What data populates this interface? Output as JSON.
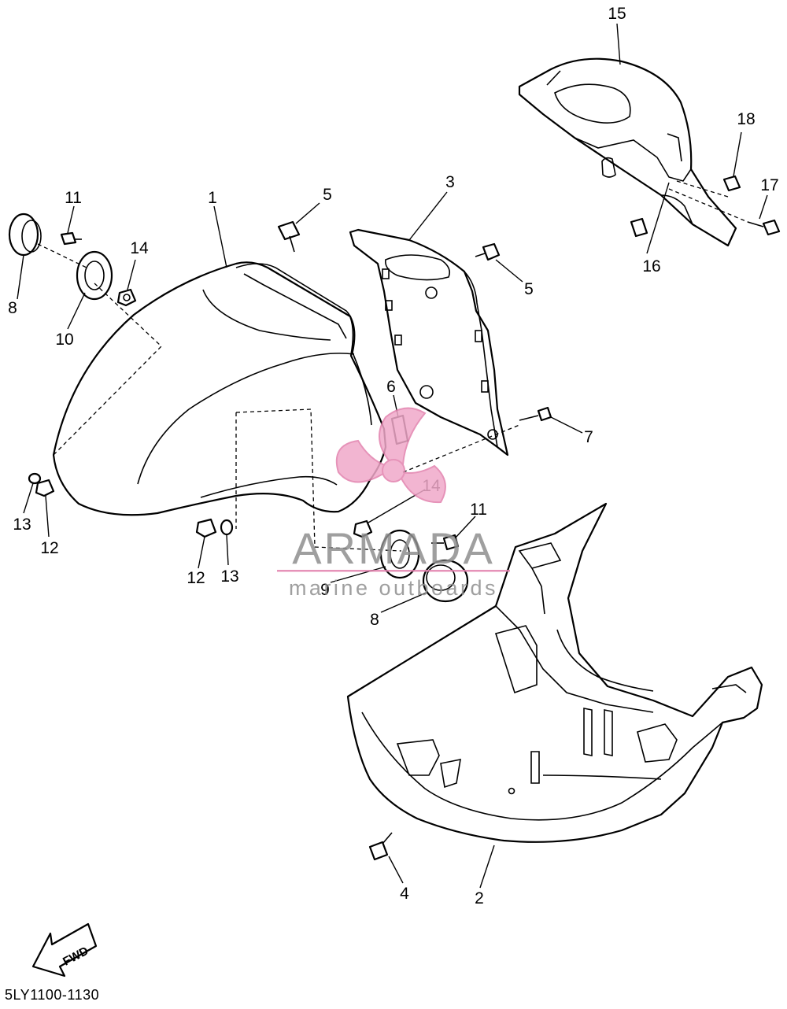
{
  "diagram": {
    "code": "5LY1100-1130",
    "fwd_label": "FWD",
    "watermark": {
      "title": "ARMADA",
      "subtitle": "marine outboards"
    },
    "callouts": [
      {
        "id": "c15",
        "label": "15"
      },
      {
        "id": "c18",
        "label": "18"
      },
      {
        "id": "c17",
        "label": "17"
      },
      {
        "id": "c16",
        "label": "16"
      },
      {
        "id": "c11a",
        "label": "11"
      },
      {
        "id": "c1",
        "label": "1"
      },
      {
        "id": "c5a",
        "label": "5"
      },
      {
        "id": "c3",
        "label": "3"
      },
      {
        "id": "c14a",
        "label": "14"
      },
      {
        "id": "c8a",
        "label": "8"
      },
      {
        "id": "c10",
        "label": "10"
      },
      {
        "id": "c5b",
        "label": "5"
      },
      {
        "id": "c6",
        "label": "6"
      },
      {
        "id": "c7",
        "label": "7"
      },
      {
        "id": "c14b",
        "label": "14"
      },
      {
        "id": "c13a",
        "label": "13"
      },
      {
        "id": "c12a",
        "label": "12"
      },
      {
        "id": "c11b",
        "label": "11"
      },
      {
        "id": "c12b",
        "label": "12"
      },
      {
        "id": "c13b",
        "label": "13"
      },
      {
        "id": "c9",
        "label": "9"
      },
      {
        "id": "c8b",
        "label": "8"
      },
      {
        "id": "c4",
        "label": "4"
      },
      {
        "id": "c2",
        "label": "2"
      }
    ]
  }
}
